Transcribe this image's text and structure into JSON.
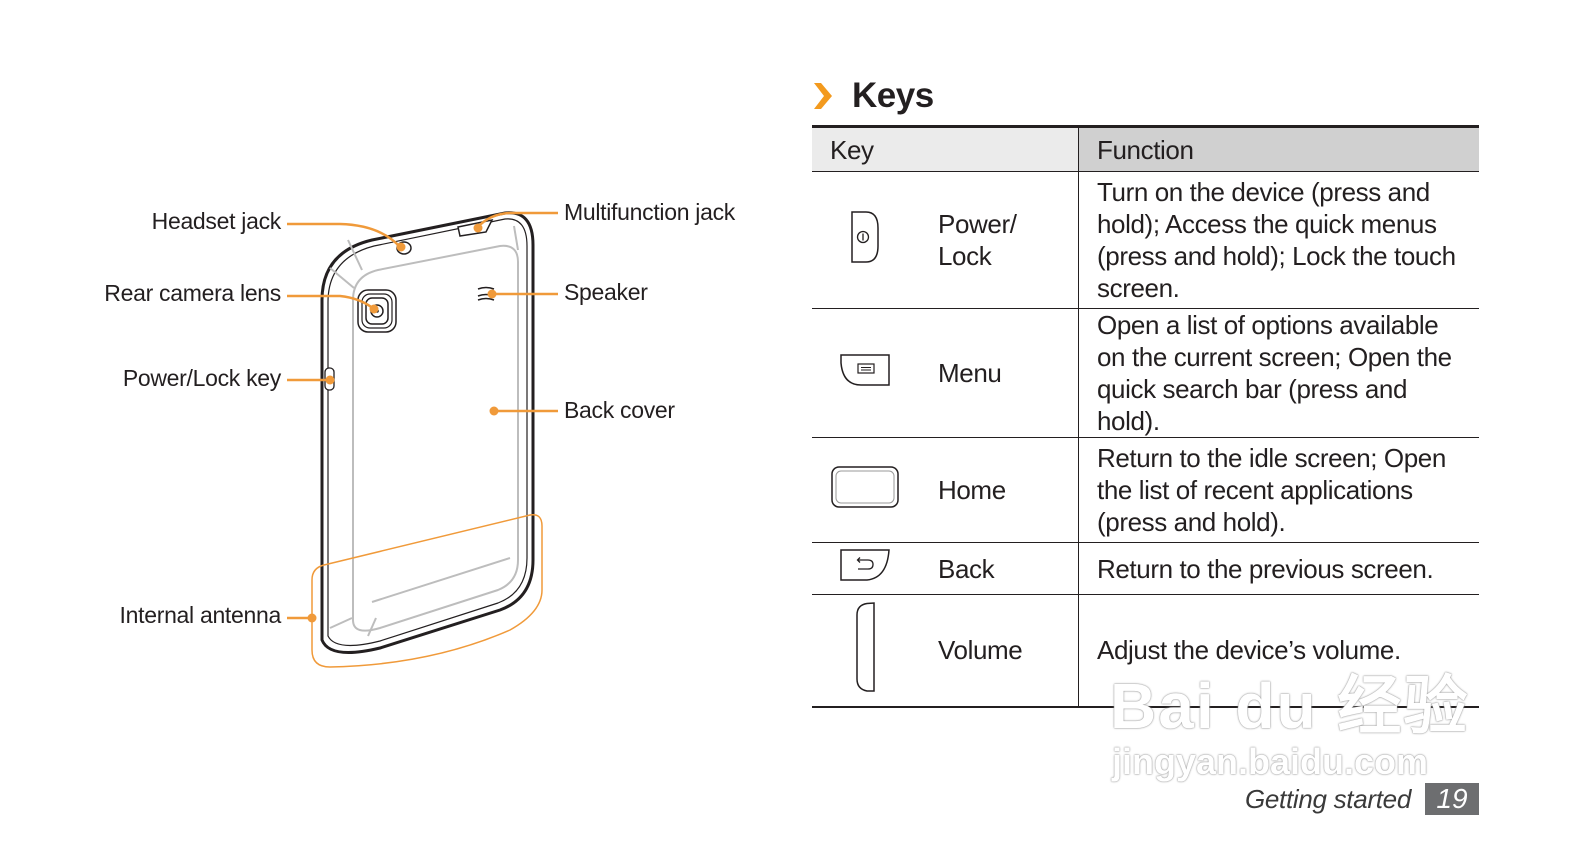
{
  "diagram": {
    "callouts": [
      {
        "id": "headset-jack",
        "label": "Headset jack"
      },
      {
        "id": "rear-camera-lens",
        "label": "Rear camera lens"
      },
      {
        "id": "power-lock-key",
        "label": "Power/Lock key"
      },
      {
        "id": "internal-antenna",
        "label": "Internal antenna"
      },
      {
        "id": "multifunction-jack",
        "label": "Multifunction jack"
      },
      {
        "id": "speaker",
        "label": "Speaker"
      },
      {
        "id": "back-cover",
        "label": "Back cover"
      }
    ],
    "accent_color": "#f09a3a"
  },
  "section": {
    "title": "Keys",
    "chevron_icon": "orange-chevron-right-icon"
  },
  "keys_table": {
    "headers": [
      "Key",
      "Function"
    ],
    "rows": [
      {
        "icon": "power-lock-key-icon",
        "key": "Power/ Lock",
        "function": "Turn on the device (press and hold); Access the quick menus (press and hold); Lock the touch screen."
      },
      {
        "icon": "menu-key-icon",
        "key": "Menu",
        "function": "Open a list of options available on the current screen; Open the quick search bar (press and hold)."
      },
      {
        "icon": "home-key-icon",
        "key": "Home",
        "function": "Return to the idle screen; Open the list of recent applications (press and hold)."
      },
      {
        "icon": "back-key-icon",
        "key": "Back",
        "function": "Return to the previous screen."
      },
      {
        "icon": "volume-key-icon",
        "key": "Volume",
        "function": "Adjust the device’s volume."
      }
    ]
  },
  "footer": {
    "chapter": "Getting started",
    "page_number": "19"
  },
  "watermark": {
    "brand": "Bai du 经验",
    "url": "jingyan.baidu.com"
  }
}
